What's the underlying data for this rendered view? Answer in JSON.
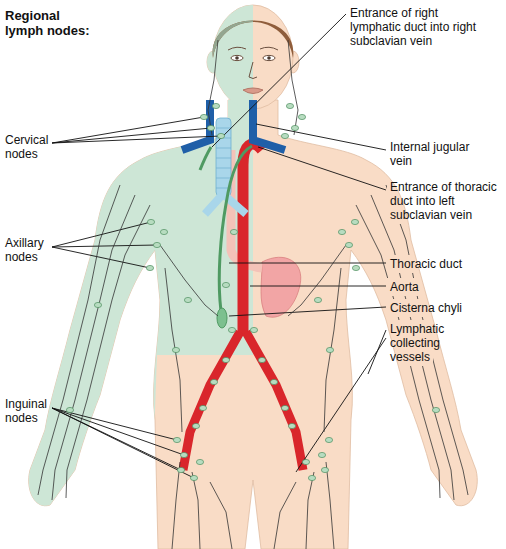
{
  "diagram": {
    "labels": [
      "Regional lymph nodes:",
      "Cervical nodes",
      "Axillary nodes",
      "Inguinal nodes",
      "Entrance of right lymphatic duct into right subclavian vein",
      "Internal jugular vein",
      "Entrance of thoracic duct into left subclavian vein",
      "Thoracic duct",
      "Aorta",
      "Cisterna chyli",
      "Lymphatic collecting vessels"
    ]
  }
}
